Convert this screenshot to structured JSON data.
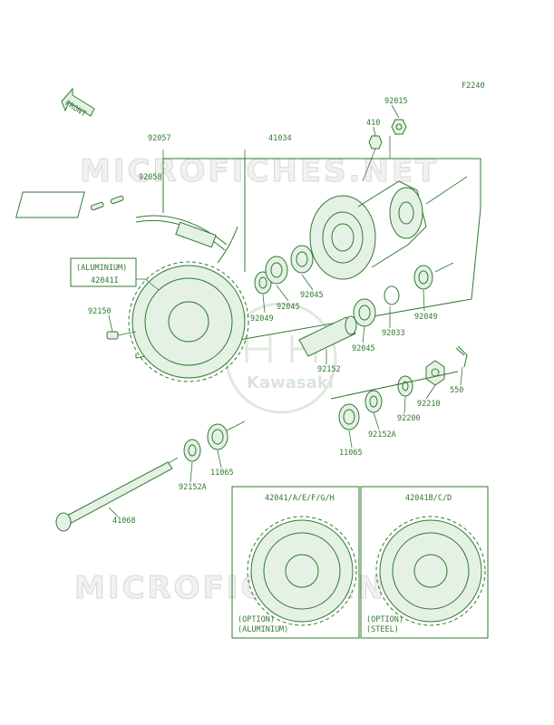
{
  "diagram": {
    "code": "F2240",
    "front_label": "FRONT",
    "watermark": "MICROFICHES.NET",
    "logo_text": "Kawasaki",
    "callouts": {
      "p92015": "92015",
      "p410": "410",
      "p92057": "92057",
      "p41034": "41034",
      "p92058": "92058",
      "aluminium_box": "(ALUMINIUM)",
      "p42041I": "42041I",
      "p92049a": "92049",
      "p92045a": "92045",
      "p92045b": "92045",
      "p92049b": "92049",
      "p92150": "92150",
      "p92033": "92033",
      "p92045c": "92045",
      "p92152": "92152",
      "p550": "550",
      "p92210": "92210",
      "p92200": "92200",
      "p92152A_r": "92152A",
      "p11065_r": "11065",
      "p11065_l": "11065",
      "p92152A_l": "92152A",
      "p41068": "41068",
      "opt1_part": "42041/A/E/F/G/H",
      "opt1_note1": "(OPTION)",
      "opt1_note2": "(ALUMINIUM)",
      "opt2_part": "42041B/C/D",
      "opt2_note1": "(OPTION)",
      "opt2_note2": "(STEEL)"
    }
  }
}
